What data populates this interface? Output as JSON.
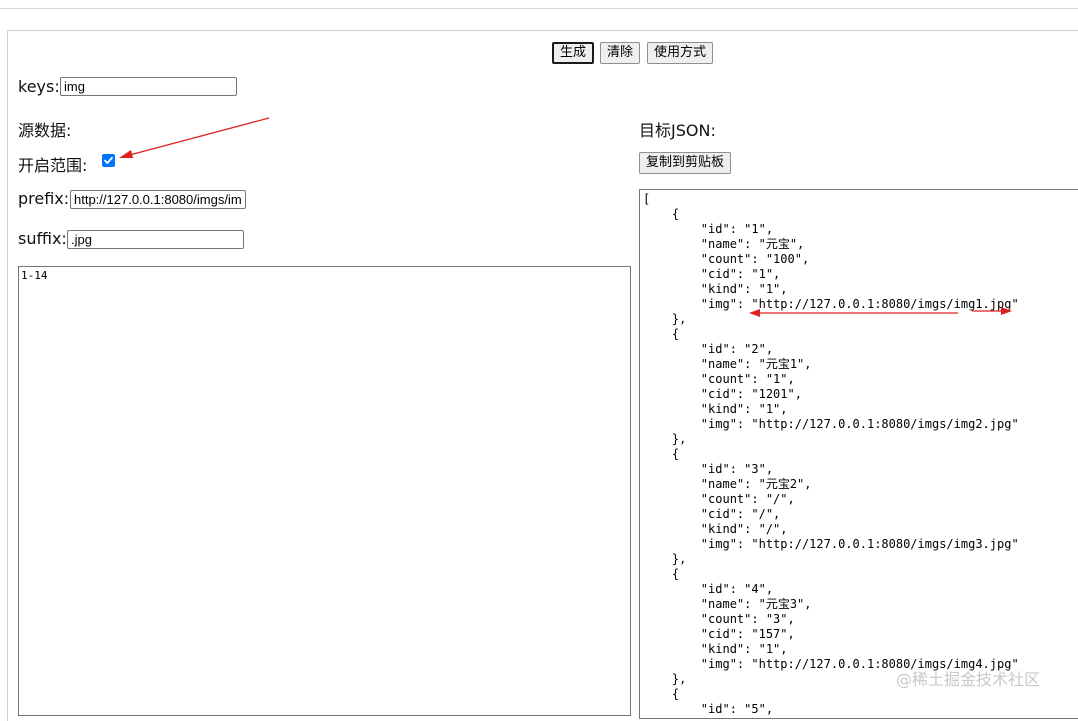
{
  "toolbar": {
    "generate_label": "生成",
    "clear_label": "清除",
    "usage_label": "使用方式"
  },
  "form": {
    "keys_label": "keys:",
    "keys_value": "img",
    "source_label": "源数据:",
    "range_label": "开启范围:",
    "range_checked": true,
    "prefix_label": "prefix:",
    "prefix_value": "http://127.0.0.1:8080/imgs/im",
    "suffix_label": "suffix:",
    "suffix_value": ".jpg",
    "source_text": "1-14"
  },
  "target": {
    "label": "目标JSON:",
    "copy_label": "复制到剪贴板",
    "json_text": "[\n    {\n        \"id\": \"1\",\n        \"name\": \"元宝\",\n        \"count\": \"100\",\n        \"cid\": \"1\",\n        \"kind\": \"1\",\n        \"img\": \"http://127.0.0.1:8080/imgs/img1.jpg\"\n    },\n    {\n        \"id\": \"2\",\n        \"name\": \"元宝1\",\n        \"count\": \"1\",\n        \"cid\": \"1201\",\n        \"kind\": \"1\",\n        \"img\": \"http://127.0.0.1:8080/imgs/img2.jpg\"\n    },\n    {\n        \"id\": \"3\",\n        \"name\": \"元宝2\",\n        \"count\": \"/\",\n        \"cid\": \"/\",\n        \"kind\": \"/\",\n        \"img\": \"http://127.0.0.1:8080/imgs/img3.jpg\"\n    },\n    {\n        \"id\": \"4\",\n        \"name\": \"元宝3\",\n        \"count\": \"3\",\n        \"cid\": \"157\",\n        \"kind\": \"1\",\n        \"img\": \"http://127.0.0.1:8080/imgs/img4.jpg\"\n    },\n    {\n        \"id\": \"5\","
  },
  "watermark": "@稀土掘金技术社区",
  "colors": {
    "annotation_arrow": "#e02020",
    "checkbox_accent": "#0075ff"
  }
}
